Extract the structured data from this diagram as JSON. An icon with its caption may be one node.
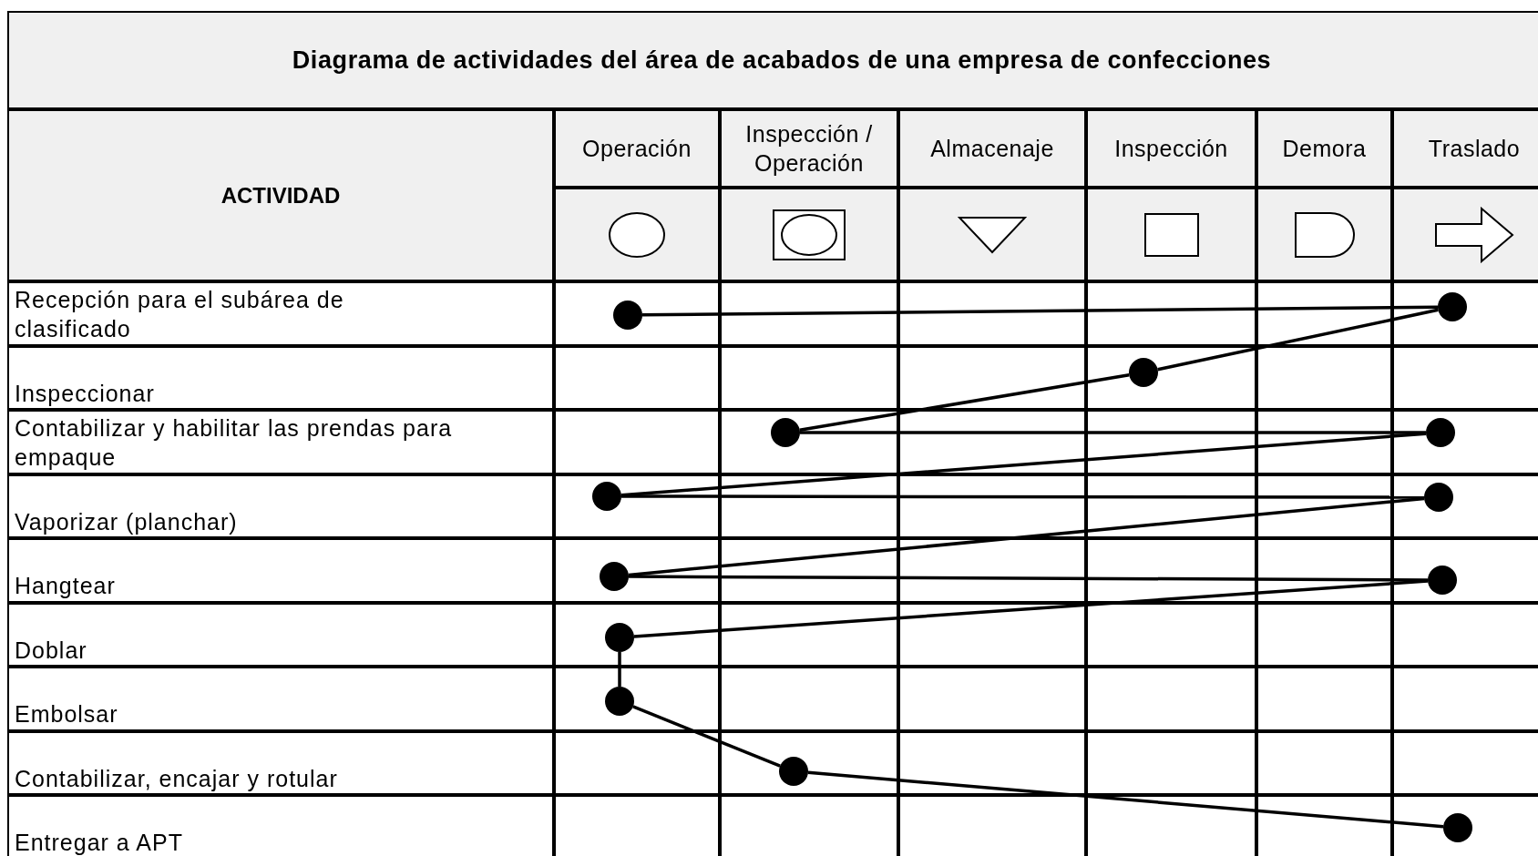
{
  "diagram": {
    "title": "Diagrama de actividades del área de acabados de una empresa de confecciones",
    "nodes": [
      {
        "text": [],
        "shape": "circle"
      },
      {
        "text": [],
        "shape": "circle"
      },
      {
        "text": [],
        "shape": "circle"
      },
      {
        "text": [],
        "shape": "circle"
      },
      {
        "text": [],
        "shape": "circle"
      },
      {
        "text": [],
        "shape": "circle"
      },
      {
        "text": [],
        "shape": "circle"
      },
      {
        "text": [],
        "shape": "circle"
      },
      {
        "text": [],
        "shape": "circle"
      },
      {
        "text": [],
        "shape": "circle"
      },
      {
        "text": [],
        "shape": "circle"
      },
      {
        "text": [],
        "shape": "circle"
      },
      {
        "text": [],
        "shape": "circle"
      }
    ],
    "edges": [
      {
        "from": 0,
        "to": 1,
        "arrow": "none"
      },
      {
        "from": 1,
        "to": 2,
        "arrow": "none"
      },
      {
        "from": 2,
        "to": 3,
        "arrow": "none"
      },
      {
        "from": 3,
        "to": 4,
        "arrow": "none"
      },
      {
        "from": 4,
        "to": 5,
        "arrow": "none"
      },
      {
        "from": 5,
        "to": 6,
        "arrow": "none"
      },
      {
        "from": 6,
        "to": 7,
        "arrow": "none"
      },
      {
        "from": 7,
        "to": 8,
        "arrow": "none"
      },
      {
        "from": 8,
        "to": 9,
        "arrow": "none"
      },
      {
        "from": 9,
        "to": 10,
        "arrow": "none"
      },
      {
        "from": 10,
        "to": 11,
        "arrow": "none"
      },
      {
        "from": 11,
        "to": 12,
        "arrow": "none"
      }
    ],
    "labels": [
      "ACTIVIDAD",
      "Operación",
      "Inspección / Operación",
      "Almacenaje",
      "Inspección",
      "Demora",
      "Traslado",
      "Recepción para el subárea de clasificado",
      "Inspeccionar",
      "Contabilizar y habilitar las prendas para empaque",
      "Vaporizar (planchar)",
      "Hangtear",
      "Doblar",
      "Embolsar",
      "Contabilizar, encajar y rotular",
      "Entregar a APT"
    ]
  }
}
